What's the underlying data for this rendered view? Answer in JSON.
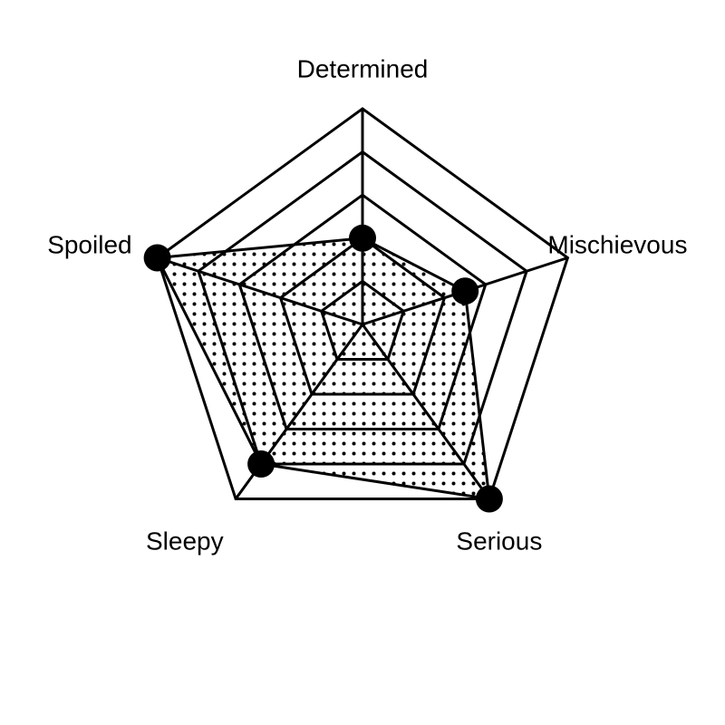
{
  "chart_data": {
    "type": "radar",
    "axes": [
      "Determined",
      "Mischievous",
      "Serious",
      "Sleepy",
      "Spoiled"
    ],
    "series": [
      {
        "values": [
          0.4,
          0.5,
          1.0,
          0.8,
          1.0
        ]
      }
    ],
    "range": [
      0,
      1
    ],
    "grid_levels": [
      0.2,
      0.4,
      0.6,
      0.8,
      1.0
    ],
    "gridlines": true,
    "legend": "none",
    "fill_pattern": "dots",
    "colors": {
      "line": "#000000",
      "fill_dot": "#000000",
      "background": "#ffffff"
    }
  }
}
